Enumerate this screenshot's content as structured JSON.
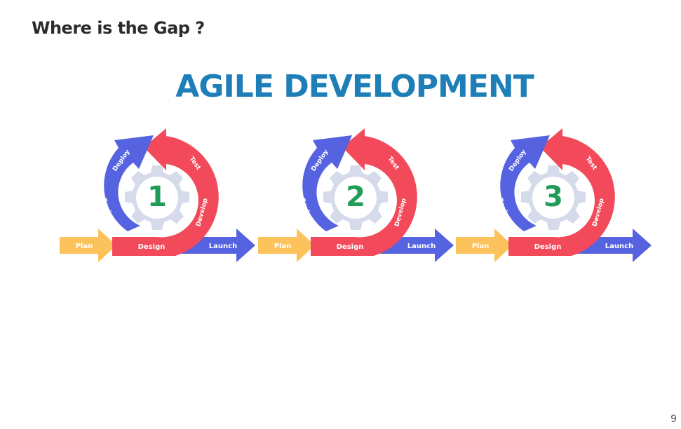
{
  "slide": {
    "title": "Where is the Gap ?",
    "page_number": "9"
  },
  "diagram": {
    "title": "AGILE DEVELOPMENT",
    "colors": {
      "title": "#1e7fb8",
      "plan": "#fcc35c",
      "red": "#f24a5a",
      "blue": "#5563e0",
      "gear": "#d6dbec",
      "number": "#1f9d57"
    },
    "cycles": [
      {
        "number": "1",
        "labels": {
          "plan": "Plan",
          "design": "Design",
          "launch": "Launch",
          "review": "Review",
          "deploy": "Deploy",
          "test": "Test",
          "develop": "Develop"
        }
      },
      {
        "number": "2",
        "labels": {
          "plan": "Plan",
          "design": "Design",
          "launch": "Launch",
          "review": "Review",
          "deploy": "Deploy",
          "test": "Test",
          "develop": "Develop"
        }
      },
      {
        "number": "3",
        "labels": {
          "plan": "Plan",
          "design": "Design",
          "launch": "Launch",
          "review": "Review",
          "deploy": "Deploy",
          "test": "Test",
          "develop": "Develop"
        }
      }
    ]
  }
}
